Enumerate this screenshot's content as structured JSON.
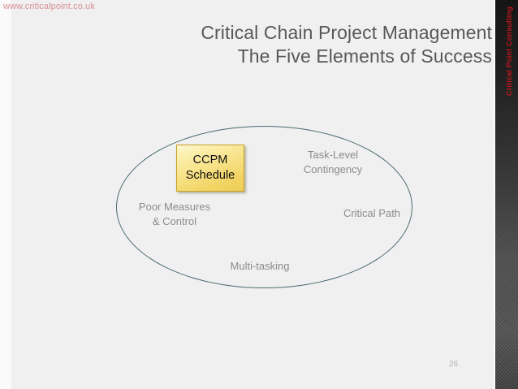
{
  "slide": {
    "background_color": "#f0f0f0",
    "page_number": "26"
  },
  "header": {
    "site_url": "www.criticalpoint.co.uk",
    "site_url_color": "#d98f92"
  },
  "brand_band": {
    "vertical_text": "Critical Point Consulting",
    "text_color": "#c0161c",
    "band_color": "#202020"
  },
  "title": {
    "line1": "Critical Chain Project Management",
    "line2": "The Five Elements of Success",
    "color": "#585858"
  },
  "diagram": {
    "ellipse": {
      "stroke_color": "#4a6a70"
    },
    "highlight_box": {
      "line1": "CCPM",
      "line2": "Schedule",
      "fill_color": "#f7e083",
      "border_color": "#c9a227",
      "text_color": "#111111"
    },
    "labels": [
      {
        "text": "Task-Level Contingency",
        "line1": "Task-Level",
        "line2": "Contingency"
      },
      {
        "text": "Poor Measures & Control",
        "line1": "Poor Measures",
        "line2": "& Control"
      },
      {
        "text": "Critical Path",
        "line1": "Critical Path",
        "line2": ""
      },
      {
        "text": "Multi-tasking",
        "line1": "Multi-tasking",
        "line2": ""
      }
    ],
    "label_color": "#8c8c8c"
  }
}
